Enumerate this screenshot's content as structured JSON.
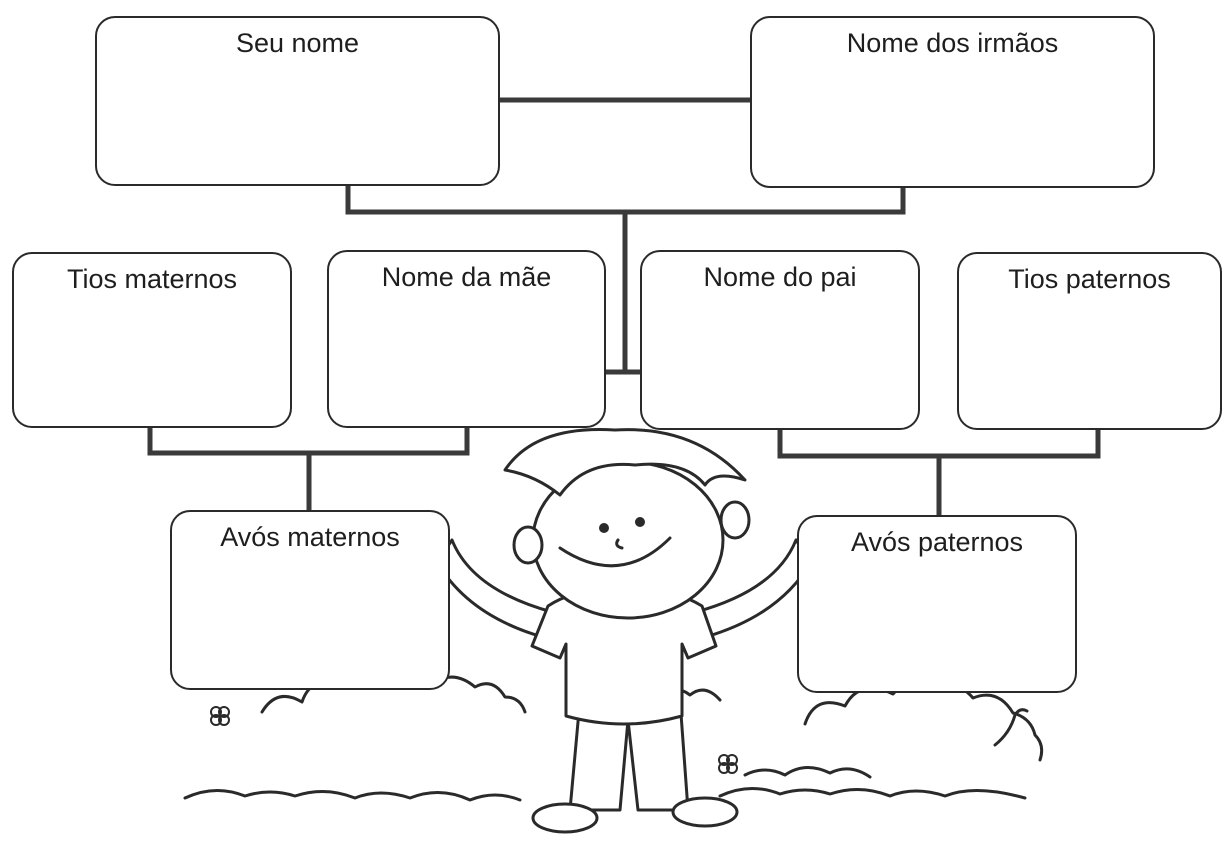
{
  "boxes": {
    "seu_nome": "Seu nome",
    "nome_irmaos": "Nome dos irmãos",
    "tios_maternos": "Tios maternos",
    "nome_mae": "Nome da mãe",
    "nome_pai": "Nome do pai",
    "tios_paternos": "Tios paternos",
    "avos_maternos": "Avós maternos",
    "avos_paternos": "Avós paternos"
  },
  "colors": {
    "ink": "#2a2a2a",
    "paper": "#ffffff"
  },
  "illustration": {
    "figure": "smiling-boy-holding-boxes",
    "decorations": [
      "bushes",
      "flowers",
      "grass"
    ]
  }
}
